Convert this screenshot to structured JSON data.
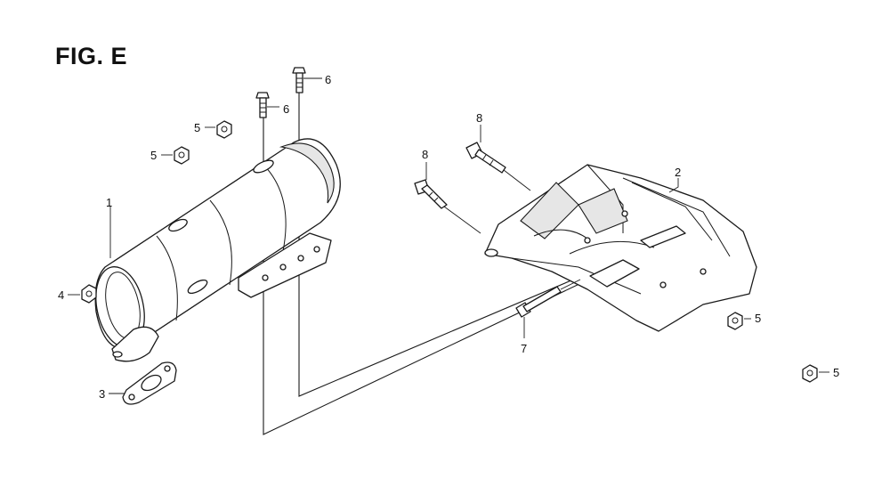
{
  "figure": {
    "title": "FIG. E"
  },
  "callouts": [
    {
      "id": "c1",
      "label": "1"
    },
    {
      "id": "c2",
      "label": "2"
    },
    {
      "id": "c3",
      "label": "3"
    },
    {
      "id": "c4",
      "label": "4"
    },
    {
      "id": "c5a",
      "label": "5"
    },
    {
      "id": "c5b",
      "label": "5"
    },
    {
      "id": "c5c",
      "label": "5"
    },
    {
      "id": "c5d",
      "label": "5"
    },
    {
      "id": "c6a",
      "label": "6"
    },
    {
      "id": "c6b",
      "label": "6"
    },
    {
      "id": "c7",
      "label": "7"
    },
    {
      "id": "c8a",
      "label": "8"
    },
    {
      "id": "c8b",
      "label": "8"
    }
  ]
}
